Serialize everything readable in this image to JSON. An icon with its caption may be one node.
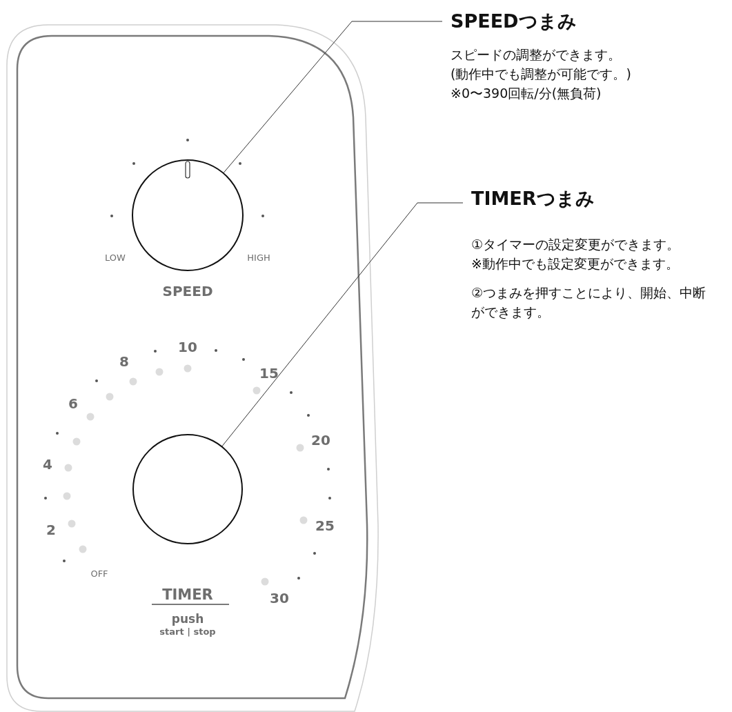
{
  "diagram": {
    "nodes": [
      {
        "text": [
          "SPEEDつまみ",
          "スピードの調整ができます。",
          "(動作中でも調整が可能です。)",
          "※0〜390回転/分(無負荷)"
        ]
      },
      {
        "text": [],
        "shape": "circle"
      },
      {
        "text": [
          "TIMERつまみ",
          "①タイマーの設定変更ができます。",
          "※動作中でも設定変更ができます。",
          "②つまみを押すことにより、開始、中断ができます。"
        ]
      },
      {
        "text": [],
        "shape": "circle"
      }
    ],
    "edges": [
      {
        "from": 0,
        "to": 1,
        "arrow": "none"
      },
      {
        "from": 2,
        "to": 3,
        "arrow": "none"
      }
    ],
    "labels": [
      "LOW",
      "HIGH",
      "SPEED",
      "10",
      "8",
      "15",
      "6",
      "20",
      "4",
      "25",
      "2",
      "OFF",
      "TIMER",
      "30",
      "push",
      "start | stop"
    ]
  }
}
